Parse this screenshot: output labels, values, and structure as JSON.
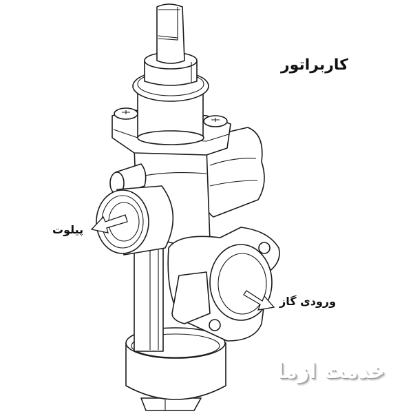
{
  "diagram": {
    "subject": "gas valve line drawing",
    "labels": {
      "title": "کاربراتور",
      "pilot": "پیلوت",
      "gas_inlet": "ورودی گاز"
    },
    "watermark": "خدمت ازما",
    "colors": {
      "background": "#ffffff",
      "line": "#1a1a1a",
      "label_text": "#111111",
      "watermark_shadow": "#b5b5b5"
    }
  }
}
